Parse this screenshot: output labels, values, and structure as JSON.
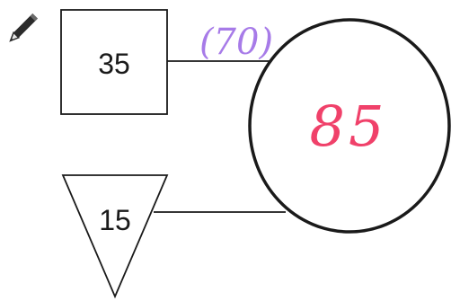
{
  "diagram": {
    "square": {
      "value": "35"
    },
    "triangle": {
      "value": "15"
    },
    "circle": {
      "answer": "85"
    },
    "connector_note": "(70)"
  },
  "icons": {
    "pencil": "pencil-icon"
  },
  "colors": {
    "outline": "#1a1a1a",
    "note_purple": "#a77be8",
    "answer_pink": "#f0416a"
  }
}
